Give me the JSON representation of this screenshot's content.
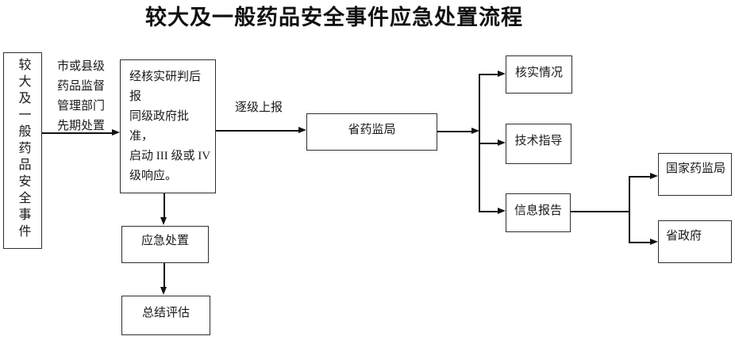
{
  "title": "较大及一般药品安全事件应急处置流程",
  "nodes": {
    "event": "较大及一般药品安全事件",
    "initial_response": "经核实研判后报\n同级政府批准，\n启动 III 级或 IV\n级响应。",
    "provincial_bureau": "省药监局",
    "verify": "核实情况",
    "guidance": "技术指导",
    "info_report": "信息报告",
    "national_bureau": "国家药监局",
    "provincial_gov": "省政府",
    "emergency": "应急处置",
    "summary": "总结评估"
  },
  "edge_labels": {
    "pre_disposal": "市或县级\n药品监督\n管理部门\n先期处置",
    "escalate": "逐级上报"
  },
  "colors": {
    "background": "#ffffff",
    "line": "#111111",
    "border": "#2e2e2e",
    "text": "#1a1a1a"
  }
}
